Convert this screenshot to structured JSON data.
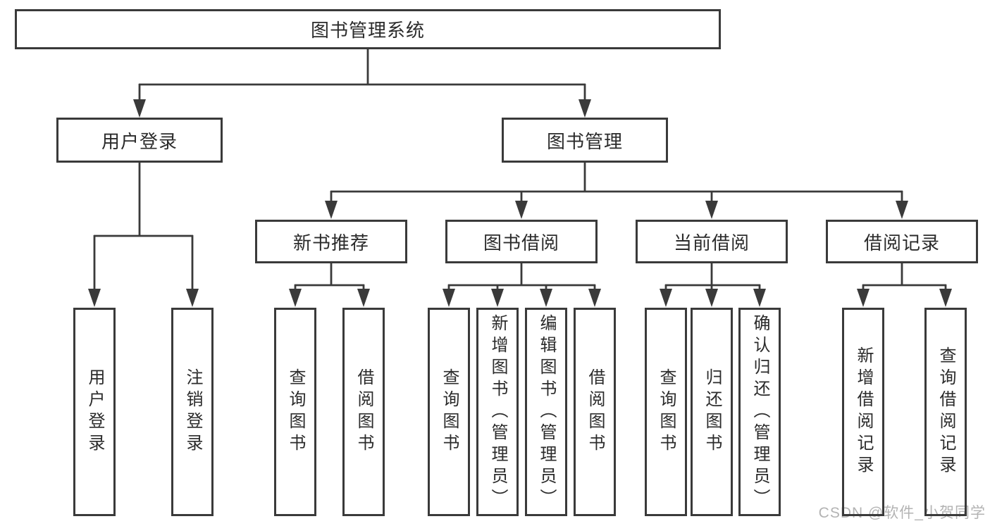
{
  "diagram": {
    "root": {
      "label": "图书管理系统"
    },
    "branches": [
      {
        "label": "用户登录",
        "children": [
          {
            "label": "用户登录"
          },
          {
            "label": "注销登录"
          }
        ]
      },
      {
        "label": "图书管理",
        "children": [
          {
            "label": "新书推荐",
            "children": [
              {
                "label": "查询图书"
              },
              {
                "label": "借阅图书"
              }
            ]
          },
          {
            "label": "图书借阅",
            "children": [
              {
                "label": "查询图书"
              },
              {
                "label": "新增图书（管理员）"
              },
              {
                "label": "编辑图书（管理员）"
              },
              {
                "label": "借阅图书"
              }
            ]
          },
          {
            "label": "当前借阅",
            "children": [
              {
                "label": "查询图书"
              },
              {
                "label": "归还图书"
              },
              {
                "label": "确认归还（管理员）"
              }
            ]
          },
          {
            "label": "借阅记录",
            "children": [
              {
                "label": "新增借阅记录"
              },
              {
                "label": "查询借阅记录"
              }
            ]
          }
        ]
      }
    ],
    "watermark": "CSDN @软件_小贺同学",
    "colors": {
      "line": "#3a3a3a",
      "text": "#2b2b2b",
      "watermark": "#b3b3b3",
      "background": "#ffffff"
    }
  }
}
